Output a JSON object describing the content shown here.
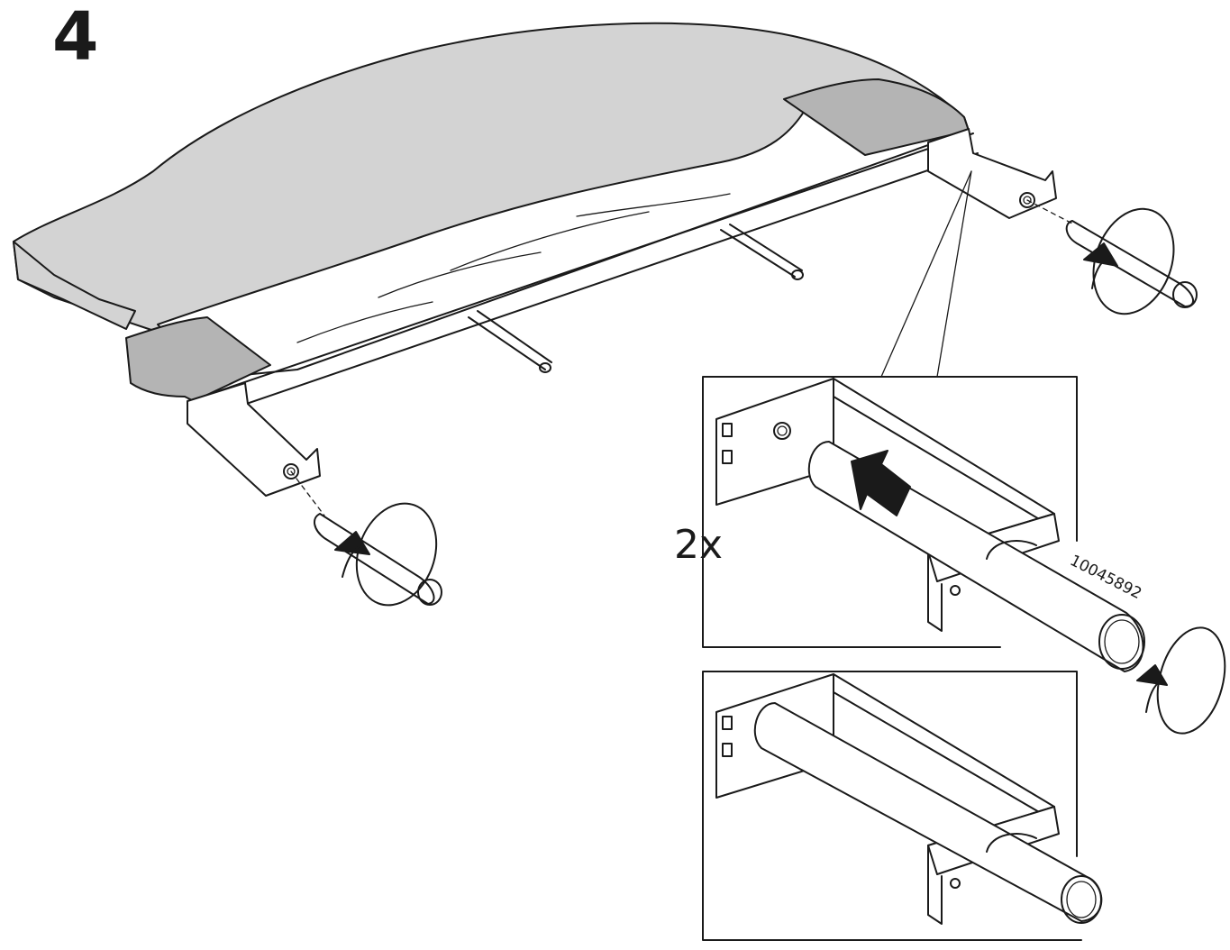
{
  "step": {
    "number": "4"
  },
  "detail": {
    "quantity": "2x",
    "part_number": "10045892"
  },
  "colors": {
    "line": "#1a1a1a",
    "cushion": "#d3d3d3",
    "cover": "#b4b4b4",
    "white": "#ffffff"
  },
  "icons": [
    "rotate-arrow-icon",
    "push-arrow-icon"
  ]
}
